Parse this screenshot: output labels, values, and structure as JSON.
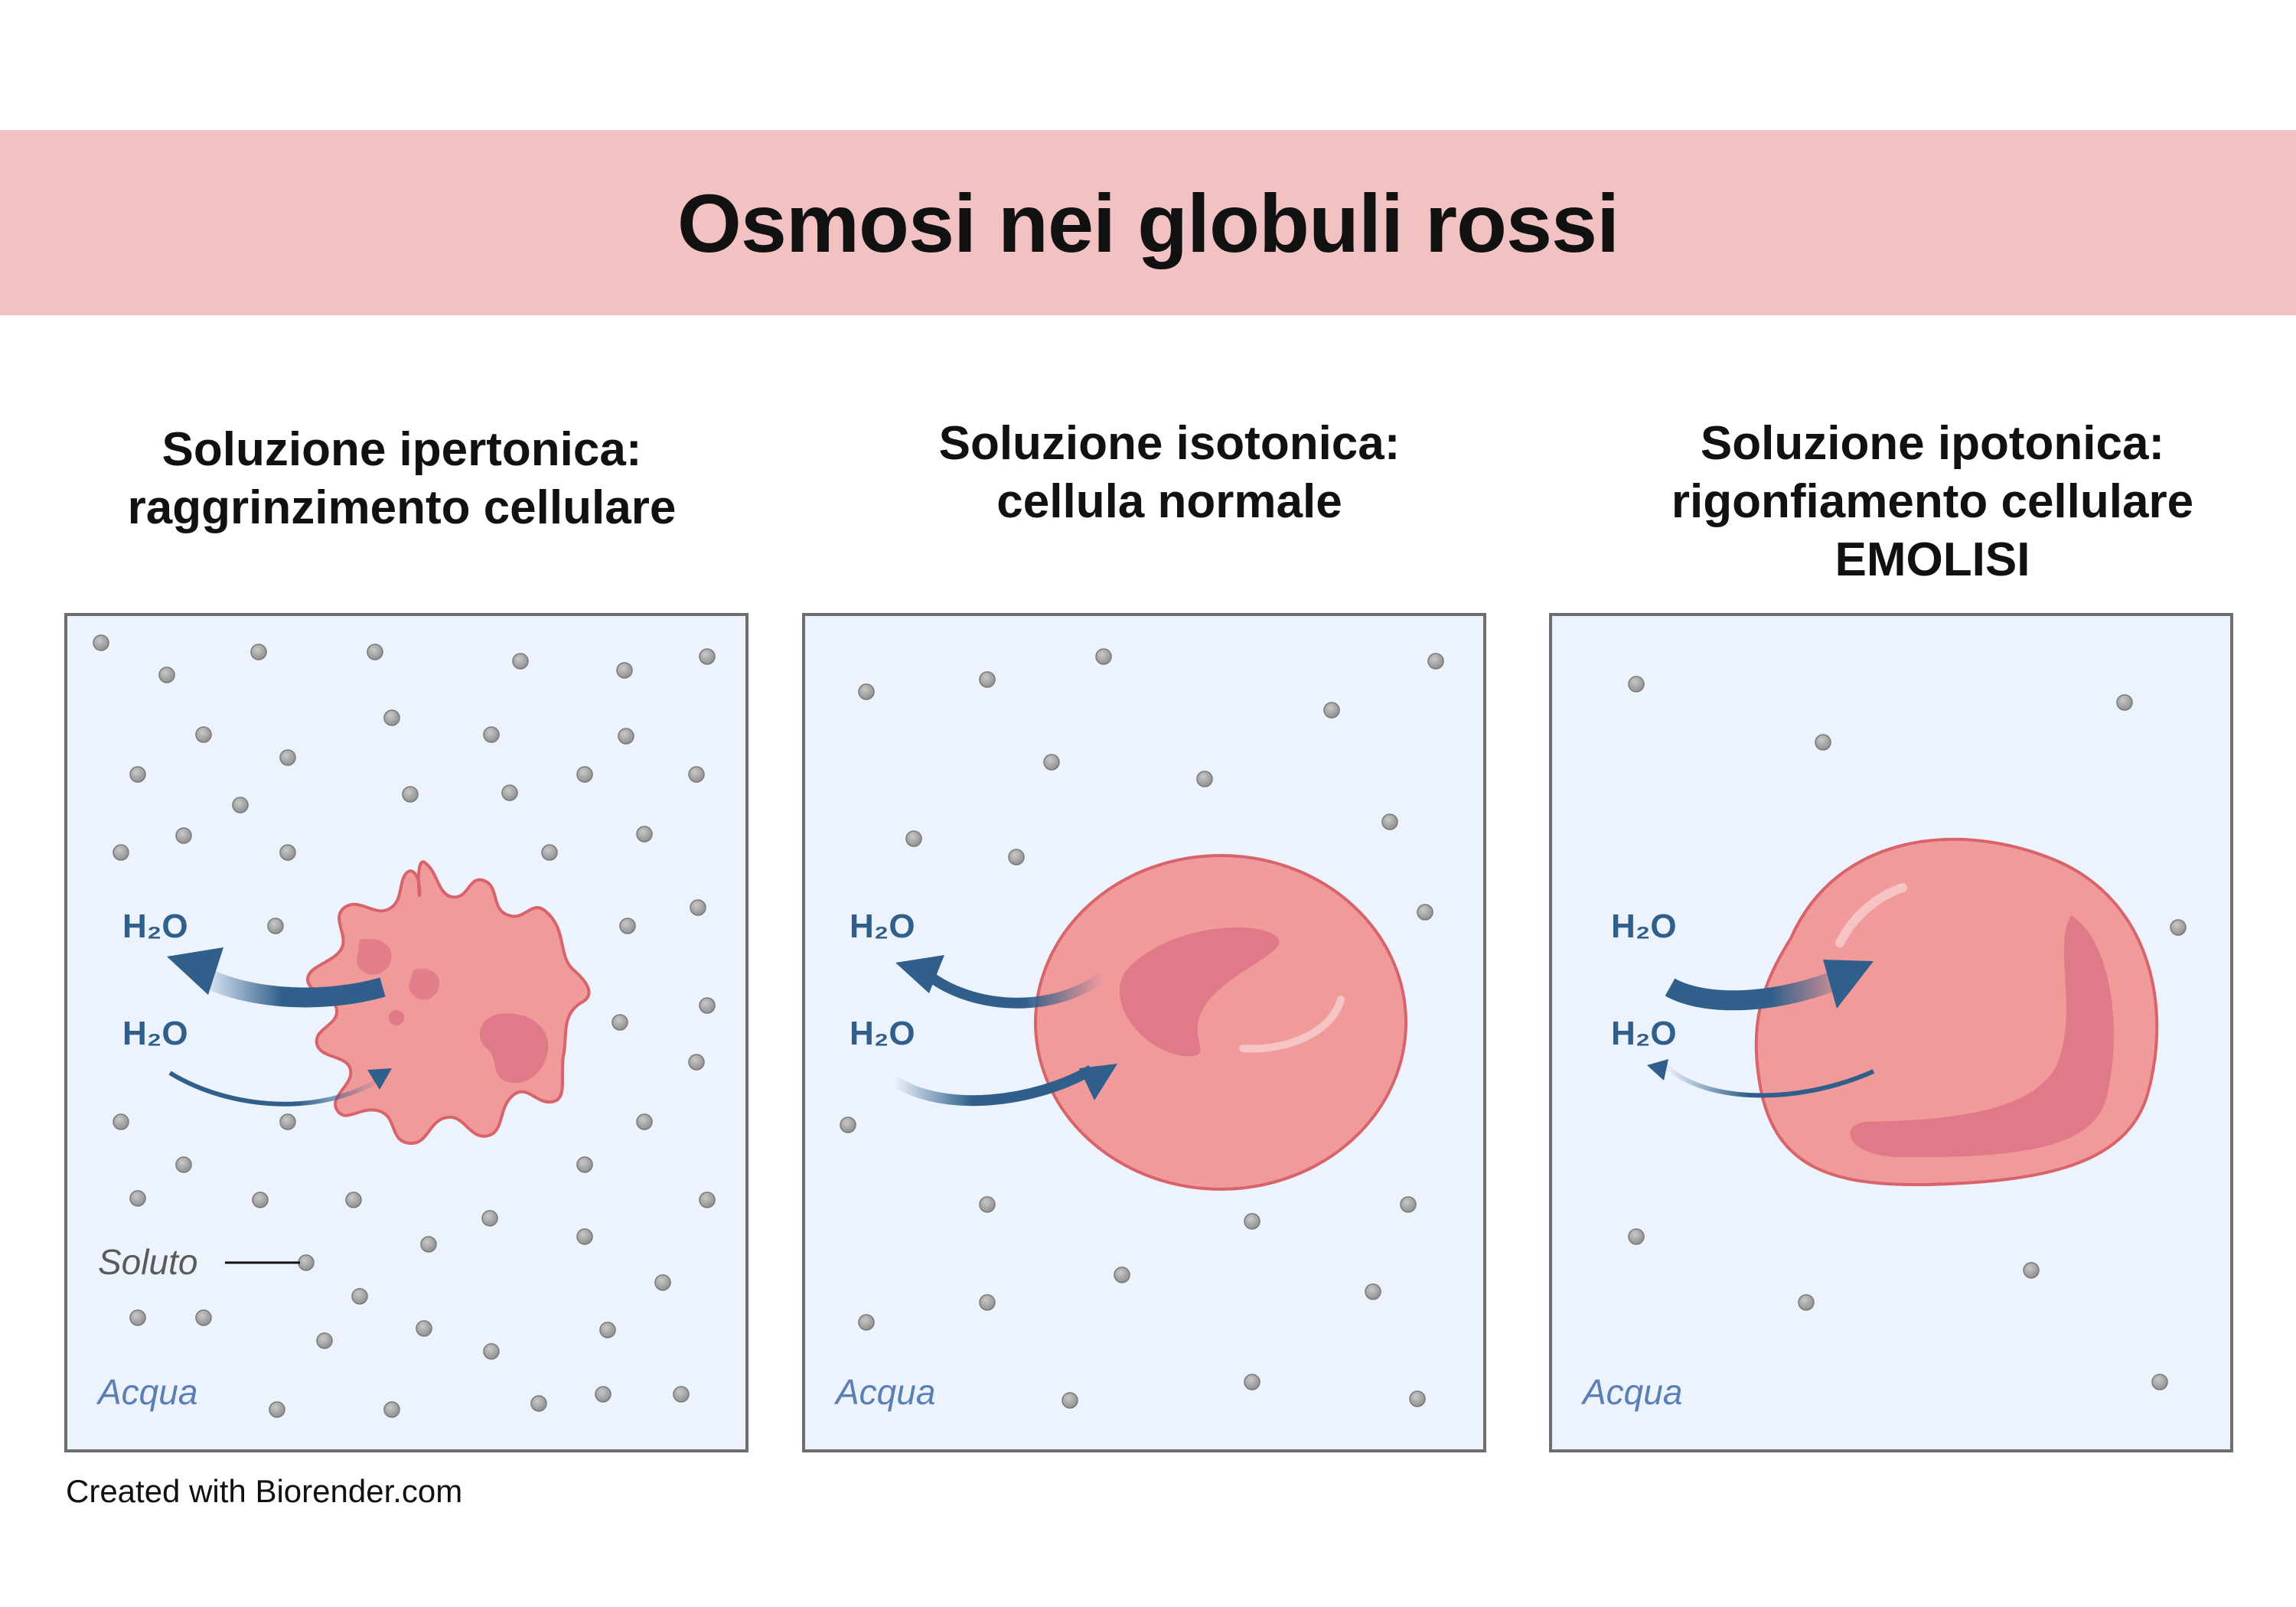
{
  "title": "Osmosi nei globuli rossi",
  "panels": [
    {
      "heading_lines": [
        "Soluzione ipertonica:",
        "raggrinzimento cellulare"
      ],
      "medium_label": "Acqua",
      "solute_label": "Soluto",
      "arrow_labels": {
        "top": "H₂O",
        "bottom": "H₂O"
      }
    },
    {
      "heading_lines": [
        "Soluzione isotonica:",
        "cellula normale"
      ],
      "medium_label": "Acqua",
      "arrow_labels": {
        "top": "H₂O",
        "bottom": "H₂O"
      }
    },
    {
      "heading_lines": [
        "Soluzione ipotonica:",
        "rigonfiamento cellulare",
        "EMOLISI"
      ],
      "medium_label": "Acqua",
      "arrow_labels": {
        "top": "H₂O",
        "bottom": "H₂O"
      }
    }
  ],
  "credit": "Created with Biorender.com",
  "colors": {
    "banner": "#f2c2c2",
    "box_fill": "#ecf3fc",
    "box_border": "#6e6e6e",
    "cell": "#f09a9a",
    "cell_dark": "#e07a88",
    "cell_outline": "#d9636b",
    "arrow": "#2f5f8a",
    "solute": "#9a9a9a",
    "medium_text": "#5a7fb5"
  }
}
